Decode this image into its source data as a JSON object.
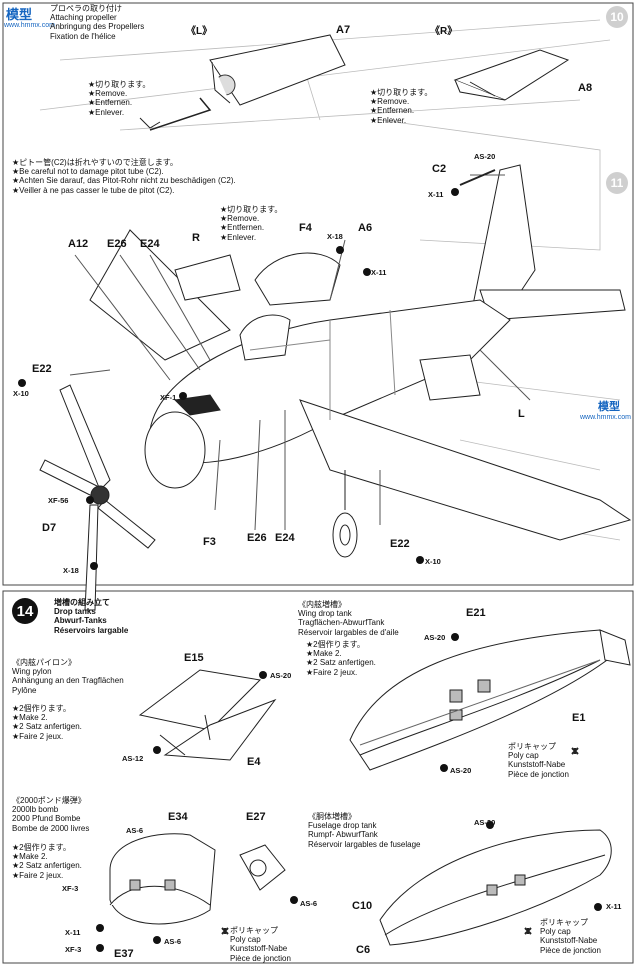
{
  "watermark": {
    "logo": "模型",
    "url": "www.hmmx.com",
    "logo2": "模型",
    "url2": "www.hmmx.com"
  },
  "step10": {
    "number": "10",
    "title_lines": [
      "プロペラの取り付け",
      "Attaching propeller",
      "Anbringung des Propellers",
      "Fixation de l'hélice"
    ],
    "left_label": "《L》",
    "right_label": "《R》",
    "part_a7": "A7",
    "part_a8": "A8",
    "remove_left": [
      "★切り取ります。",
      "★Remove.",
      "★Entfernen.",
      "★Enlever."
    ],
    "remove_right": [
      "★切り取ります。",
      "★Remove.",
      "★Entfernen.",
      "★Enlever."
    ]
  },
  "step11": {
    "number": "11",
    "note_lines": [
      "★ピトー管(C2)は折れやすいので注意します。",
      "★Be careful not to damage pitot tube (C2).",
      "★Achten Sie darauf, das Pitot-Rohr nicht zu beschädigen (C2).",
      "★Veiller à ne pas casser le tube de pitot (C2)."
    ],
    "remove_lines": [
      "★切り取ります。",
      "★Remove.",
      "★Entfernen.",
      "★Enlever."
    ],
    "parts": {
      "a12": "A12",
      "e26_top": "E26",
      "e24_top": "E24",
      "r": "R",
      "f4": "F4",
      "a6": "A6",
      "c2": "C2",
      "e22_left": "E22",
      "l": "L",
      "f3": "F3",
      "e26_bottom": "E26",
      "e24_bottom": "E24",
      "e22_bottom": "E22",
      "d7": "D7"
    },
    "paints": {
      "as20": "AS-20",
      "x11_top": "X-11",
      "x18_canopy": "X-18",
      "x11_right": "X-11",
      "x10_left": "X-10",
      "xf1": "XF-1",
      "xf56": "XF-56",
      "x18_bottom": "X-18",
      "x10_bottom": "X-10"
    }
  },
  "step14": {
    "number": "14",
    "title_lines": [
      "増槽の組み立て",
      "Drop tanks",
      "Abwurf-Tanks",
      "Réservoirs largable"
    ],
    "pylon": {
      "title_lines": [
        "《内舷パイロン》",
        "Wing pylon",
        "Anhängung an den Tragflächen",
        "Pylône"
      ],
      "make_lines": [
        "★2個作ります。",
        "★Make 2.",
        "★2 Satz anfertigen.",
        "★Faire 2 jeux."
      ],
      "e15": "E15",
      "e4": "E4",
      "as20": "AS-20",
      "as12": "AS-12"
    },
    "wing_tank": {
      "title_lines": [
        "《内舷増槽》",
        "Wing drop tank",
        "Tragflächen-AbwurfTank",
        "Réservoir largables de d'aile"
      ],
      "make_lines": [
        "★2個作ります。",
        "★Make 2.",
        "★2 Satz anfertigen.",
        "★Faire 2 jeux."
      ],
      "e21": "E21",
      "e1": "E1",
      "as20_top": "AS-20",
      "as20_bottom": "AS-20",
      "polycap_lines": [
        "ポリキャップ",
        "Poly cap",
        "Kunststoff-Nabe",
        "Pièce de jonction"
      ]
    },
    "bomb": {
      "title_lines": [
        "《2000ポンド爆弾》",
        "2000lb bomb",
        "2000 Pfund Bombe",
        "Bombe de 2000 livres"
      ],
      "make_lines": [
        "★2個作ります。",
        "★Make 2.",
        "★2 Satz anfertigen.",
        "★Faire 2 jeux."
      ],
      "e34": "E34",
      "e27": "E27",
      "e37": "E37",
      "as6_top": "AS-6",
      "as6_right": "AS-6",
      "as6_bottom": "AS-6",
      "xf3_top": "XF-3",
      "xf3_bottom": "XF-3",
      "x11": "X-11",
      "polycap_lines": [
        "ポリキャップ",
        "Poly cap",
        "Kunststoff-Nabe",
        "Pièce de jonction"
      ]
    },
    "fuselage_tank": {
      "title_lines": [
        "《胴体増槽》",
        "Fuselage drop tank",
        "Rumpf- AbwurfTank",
        "Réservoir largables de fuselage"
      ],
      "as20": "AS-20",
      "c10": "C10",
      "c6": "C6",
      "x11": "X-11",
      "polycap_lines": [
        "ポリキャップ",
        "Poly cap",
        "Kunststoff-Nabe",
        "Pièce de jonction"
      ]
    }
  }
}
